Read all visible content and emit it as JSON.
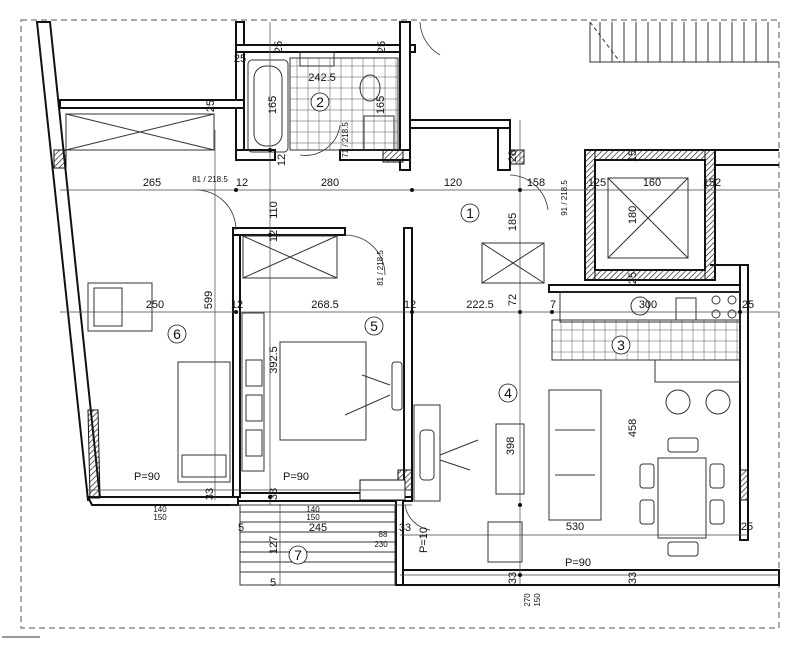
{
  "rooms": [
    {
      "id": "r1",
      "number": "1"
    },
    {
      "id": "r2",
      "number": "2"
    },
    {
      "id": "r3",
      "number": "3"
    },
    {
      "id": "r4",
      "number": "4"
    },
    {
      "id": "r5",
      "number": "5"
    },
    {
      "id": "r6",
      "number": "6"
    },
    {
      "id": "r7",
      "number": "7"
    }
  ],
  "dimensions": {
    "d265": "265",
    "d81a": "81 / 218.5",
    "d12a": "12",
    "d280": "280",
    "d120": "120",
    "d158": "158",
    "d91": "91 / 218.5",
    "d125": "125",
    "d160": "160",
    "d152": "152",
    "d25top1": "25",
    "d25top2": "25",
    "d25top3": "25",
    "d2425": "242.5",
    "d165a": "165",
    "d165b": "165",
    "d71": "71 / 218.5",
    "d12b": "12",
    "d25b": "25",
    "d28": "28",
    "d15": "15",
    "d110": "110",
    "d185": "185",
    "d180": "180",
    "d81b": "81 / 218.5",
    "d12c": "12",
    "d250": "250",
    "d599": "599",
    "d12d": "12",
    "d2685": "268.5",
    "d12e": "12",
    "d2225": "222.5",
    "d72": "72",
    "d7": "7",
    "d300": "300",
    "d25c": "25",
    "d25d": "25",
    "d3925": "392.5",
    "d398": "398",
    "d458": "458",
    "dp90a": "P=90",
    "dp90b": "P=90",
    "d33a": "33",
    "d33b": "33",
    "d140a": "140",
    "d150a": "150",
    "d140b": "140",
    "d150b": "150",
    "d5a": "5",
    "d245": "245",
    "d33c": "33",
    "d88": "88",
    "d230": "230",
    "dp10": "P=10",
    "d530": "530",
    "d25e": "25",
    "d127": "127",
    "d5b": "5",
    "dp90c": "P=90",
    "d33d": "33",
    "d33e": "33",
    "d270": "270",
    "d150c": "150"
  }
}
